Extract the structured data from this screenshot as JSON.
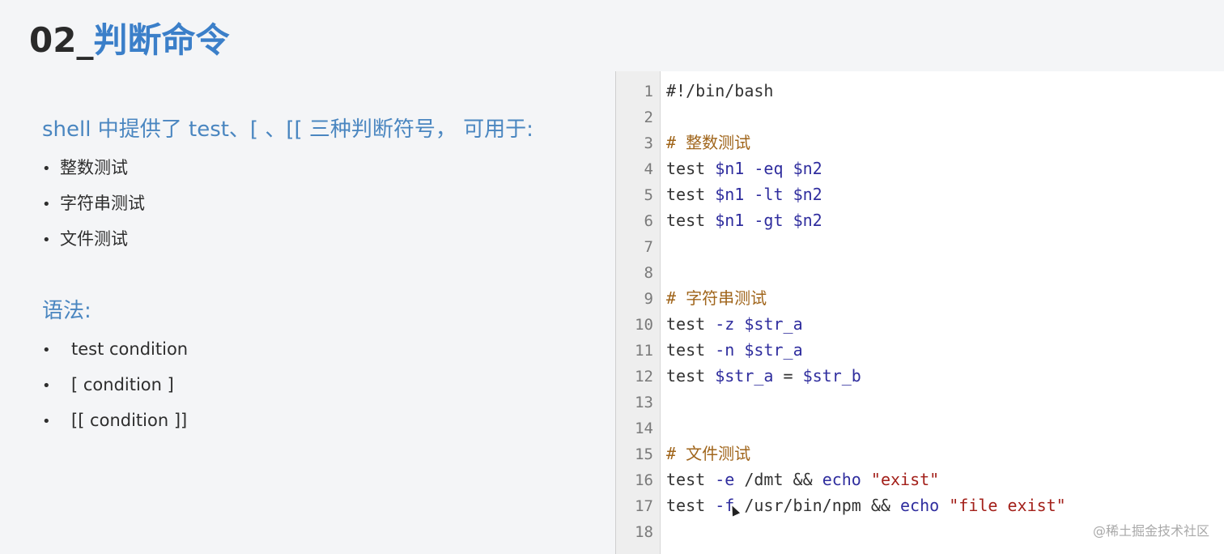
{
  "slide": {
    "title_number": "02_",
    "title_text": "判断命令"
  },
  "intro": {
    "text": "shell 中提供了 test、[ 、[[ 三种判断符号， 可用于:"
  },
  "uses": [
    "整数测试",
    "字符串测试",
    "文件测试"
  ],
  "syntax": {
    "label": "语法:",
    "items": [
      "test condition",
      "[ condition ]",
      "[[ condition ]]"
    ]
  },
  "code": {
    "lines": [
      {
        "n": "1",
        "tokens": [
          {
            "t": "#!/bin/bash",
            "c": "plain"
          }
        ]
      },
      {
        "n": "2",
        "tokens": []
      },
      {
        "n": "3",
        "tokens": [
          {
            "t": "# 整数测试",
            "c": "comment"
          }
        ]
      },
      {
        "n": "4",
        "tokens": [
          {
            "t": "test ",
            "c": "plain"
          },
          {
            "t": "$n1",
            "c": "var"
          },
          {
            "t": " ",
            "c": "plain"
          },
          {
            "t": "-eq",
            "c": "flag"
          },
          {
            "t": " ",
            "c": "plain"
          },
          {
            "t": "$n2",
            "c": "var"
          }
        ]
      },
      {
        "n": "5",
        "tokens": [
          {
            "t": "test ",
            "c": "plain"
          },
          {
            "t": "$n1",
            "c": "var"
          },
          {
            "t": " ",
            "c": "plain"
          },
          {
            "t": "-lt",
            "c": "flag"
          },
          {
            "t": " ",
            "c": "plain"
          },
          {
            "t": "$n2",
            "c": "var"
          }
        ]
      },
      {
        "n": "6",
        "tokens": [
          {
            "t": "test ",
            "c": "plain"
          },
          {
            "t": "$n1",
            "c": "var"
          },
          {
            "t": " ",
            "c": "plain"
          },
          {
            "t": "-gt",
            "c": "flag"
          },
          {
            "t": " ",
            "c": "plain"
          },
          {
            "t": "$n2",
            "c": "var"
          }
        ]
      },
      {
        "n": "7",
        "tokens": []
      },
      {
        "n": "8",
        "tokens": []
      },
      {
        "n": "9",
        "tokens": [
          {
            "t": "# 字符串测试",
            "c": "comment"
          }
        ]
      },
      {
        "n": "10",
        "tokens": [
          {
            "t": "test ",
            "c": "plain"
          },
          {
            "t": "-z",
            "c": "flag"
          },
          {
            "t": " ",
            "c": "plain"
          },
          {
            "t": "$str_a",
            "c": "var"
          }
        ]
      },
      {
        "n": "11",
        "tokens": [
          {
            "t": "test ",
            "c": "plain"
          },
          {
            "t": "-n",
            "c": "flag"
          },
          {
            "t": " ",
            "c": "plain"
          },
          {
            "t": "$str_a",
            "c": "var"
          }
        ]
      },
      {
        "n": "12",
        "tokens": [
          {
            "t": "test ",
            "c": "plain"
          },
          {
            "t": "$str_a",
            "c": "var"
          },
          {
            "t": " = ",
            "c": "plain"
          },
          {
            "t": "$str_b",
            "c": "var"
          }
        ]
      },
      {
        "n": "13",
        "tokens": []
      },
      {
        "n": "14",
        "tokens": []
      },
      {
        "n": "15",
        "tokens": [
          {
            "t": "# 文件测试",
            "c": "comment"
          }
        ]
      },
      {
        "n": "16",
        "tokens": [
          {
            "t": "test ",
            "c": "plain"
          },
          {
            "t": "-e",
            "c": "flag"
          },
          {
            "t": " /dmt && ",
            "c": "plain"
          },
          {
            "t": "echo",
            "c": "kw"
          },
          {
            "t": " ",
            "c": "plain"
          },
          {
            "t": "\"exist\"",
            "c": "str"
          }
        ]
      },
      {
        "n": "17",
        "tokens": [
          {
            "t": "test ",
            "c": "plain"
          },
          {
            "t": "-f",
            "c": "flag"
          },
          {
            "t": " /usr/bin/npm && ",
            "c": "plain"
          },
          {
            "t": "echo",
            "c": "kw"
          },
          {
            "t": " ",
            "c": "plain"
          },
          {
            "t": "\"file exist\"",
            "c": "str"
          }
        ]
      },
      {
        "n": "18",
        "tokens": []
      }
    ]
  },
  "watermark": "@稀土掘金技术社区"
}
